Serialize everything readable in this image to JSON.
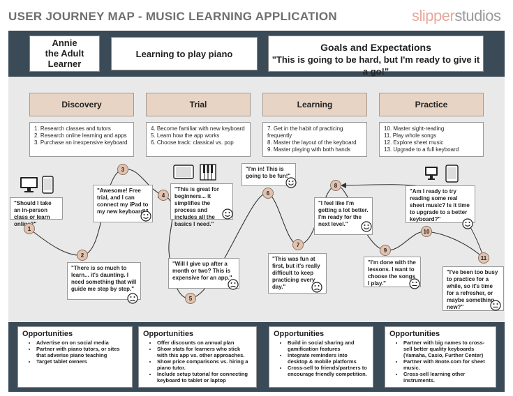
{
  "header": {
    "title": "USER JOURNEY MAP - MUSIC LEARNING APPLICATION",
    "brand_part1": "slipper",
    "brand_part2": "studios"
  },
  "persona": {
    "line1": "Annie",
    "line2": "the Adult",
    "line3": "Learner"
  },
  "goal": "Learning to play piano",
  "expectations": {
    "heading": "Goals and Expectations",
    "quote": "\"This is going to be hard, but I'm ready to give it a go!\""
  },
  "phases": [
    {
      "name": "Discovery",
      "steps": [
        "1. Research classes and tutors",
        "2. Research online learning and apps",
        "3. Purchase an inexpensive keyboard"
      ]
    },
    {
      "name": "Trial",
      "steps": [
        "4. Become familiar with new keyboard",
        "5. Learn how the app works",
        "6. Choose track: classical vs. pop"
      ]
    },
    {
      "name": "Learning",
      "steps": [
        "7. Get in the habit of practicing",
        "frequently",
        "8. Master the layout of the keyboard",
        "9. Master playing with both hands"
      ]
    },
    {
      "name": "Practice",
      "steps": [
        "10. Master sight-reading",
        "11. Play whole songs",
        "12. Explore sheet music",
        "13. Upgrade to a full keyboard"
      ]
    }
  ],
  "quotes": {
    "q1": "\"Should I take an in-person class or learn online?\"",
    "q2": "\"There is so much to learn... it's daunting. I need something that will guide me step by step.\"",
    "q3": "\"Awesome! Free trial, and I can connect my iPad to my new keyboard!\"",
    "q4": "\"This is great for beginners... it simplifies the process and includes all the basics I need.\"",
    "q5": "\"Will I give up after a month or two? This is expensive for an app.\"",
    "q6": "\"I'm in! This is going to be fun!\"",
    "q7": "\"This was fun at first, but it's really difficult to keep practicing every day.\"",
    "q8": "\"I feel like I'm getting a lot better. I'm ready for the next level.\"",
    "q9": "\"I'm done with the lessons. I want to choose the songs I play.\"",
    "q10": "\"Am I ready to try reading some real sheet music? Is it time to upgrade to a better keyboard?\"",
    "q11": "\"I've been too busy to practice for a while, so it's time for a refresher, or maybe something new?\""
  },
  "nodes": [
    "1",
    "2",
    "3",
    "4",
    "5",
    "6",
    "7",
    "8",
    "9",
    "10",
    "11"
  ],
  "opportunities": [
    {
      "heading": "Opportunities",
      "items": [
        "Advertise on on social media",
        "Partner with piano tutors, or sites that adverise piano teaching",
        "Target tablet owners"
      ]
    },
    {
      "heading": "Opportunities",
      "items": [
        "Offer discounts on annual plan",
        "Show stats for learners who stick with this app vs. other approaches.",
        "Show price comparisons vs. hiring a piano tutor.",
        "Include setup tutorial for connecting keyboard to tablet or laptop"
      ]
    },
    {
      "heading": "Opportunities",
      "items": [
        "Build in social sharing and gamification features",
        "Integrate reminders into desktop & mobile platforms",
        "Cross-sell to friends/partners to encourage friendly competition."
      ]
    },
    {
      "heading": "Opportunities",
      "items": [
        "Partner with big names to cross-sell better quality keyboards (Yamaha, Casio, Further Center)",
        "Partner with 8note.com for sheet music.",
        "Cross-sell learning other instruments."
      ]
    }
  ],
  "icons": [
    "monitor-icon",
    "tablet-icon",
    "piano-keys-icon",
    "smiley-icon",
    "neutral-face-icon",
    "frown-face-icon"
  ],
  "colors": {
    "band": "#3a4a57",
    "phase_fill": "#e7d4c5",
    "node_fill": "#e2c3b0",
    "panel": "#e9e9e9"
  }
}
